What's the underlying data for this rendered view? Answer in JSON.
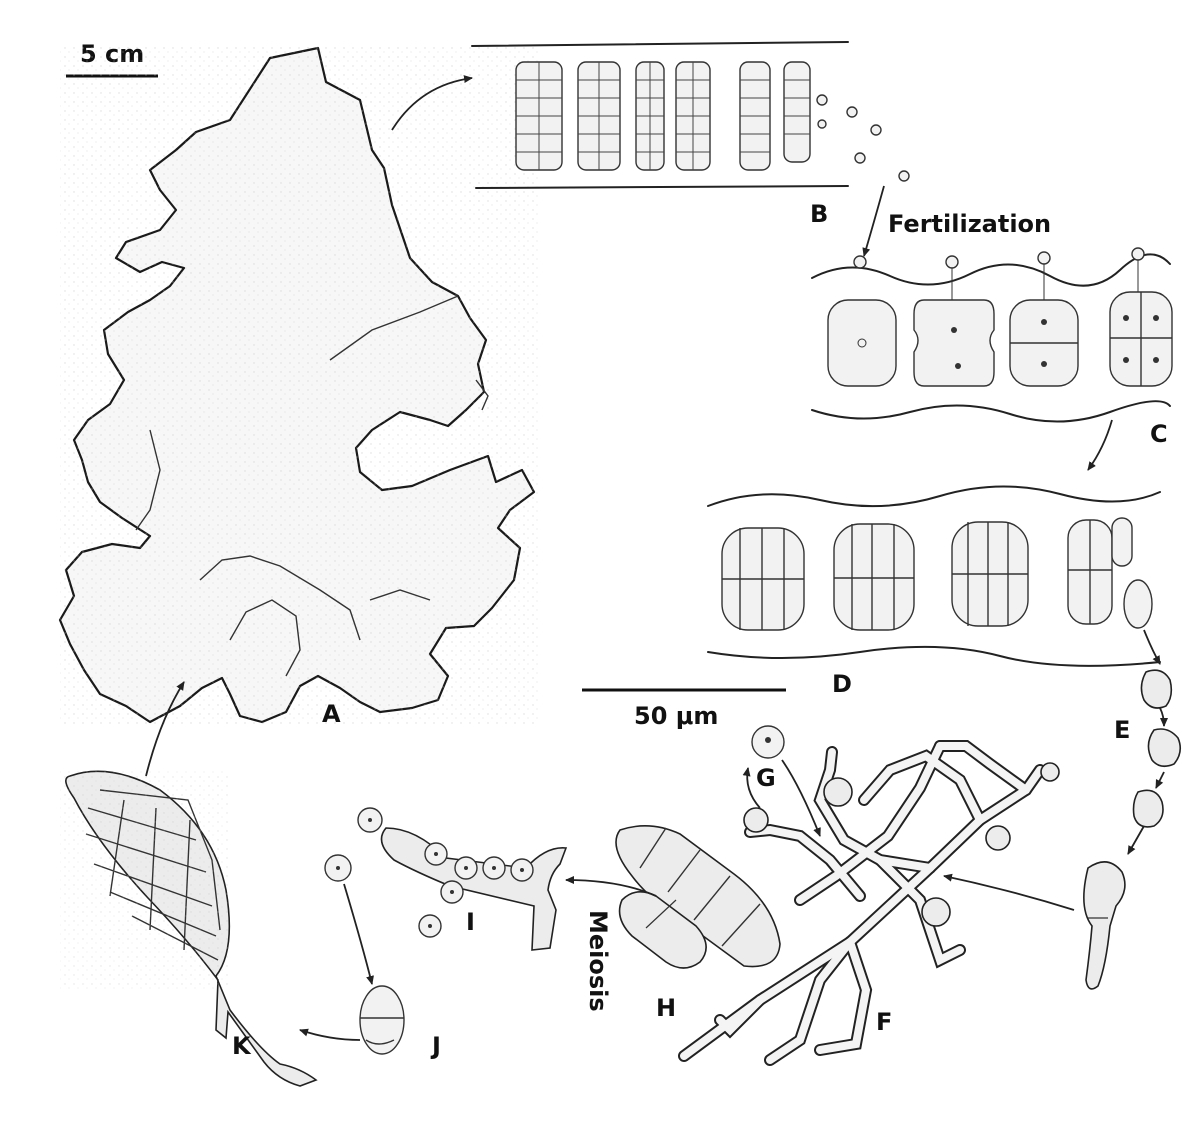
{
  "scale_bars": {
    "macro": "5 cm",
    "micro": "50 μm"
  },
  "stage_labels": {
    "A": "A",
    "B": "B",
    "C": "C",
    "D": "D",
    "E": "E",
    "F": "F",
    "G": "G",
    "H": "H",
    "I": "I",
    "J": "J",
    "K": "K"
  },
  "process_labels": {
    "fertilization": "Fertilization",
    "meiosis": "Meiosis"
  }
}
